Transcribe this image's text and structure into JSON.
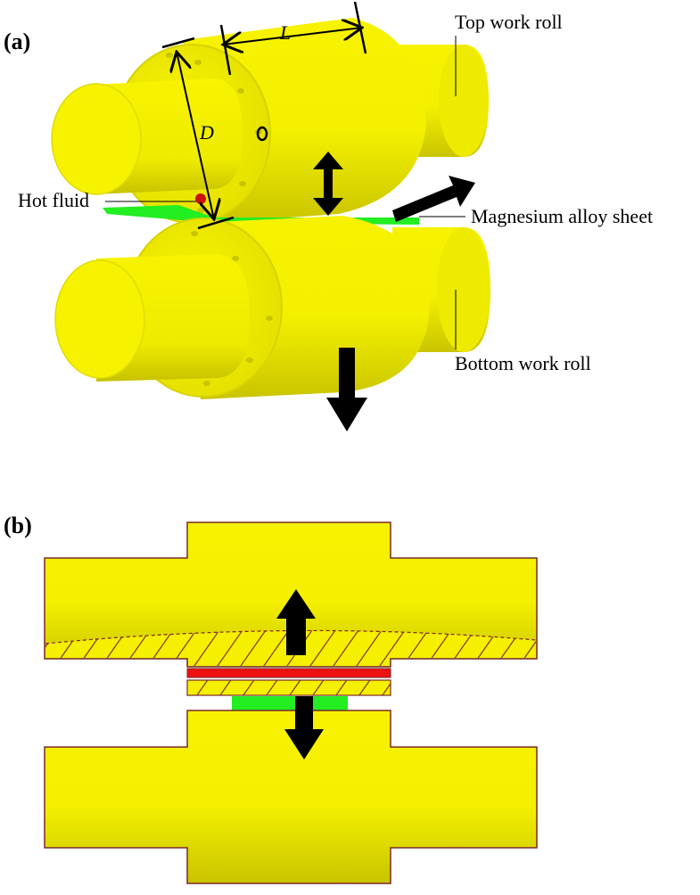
{
  "panels": {
    "a": {
      "label": "(a)"
    },
    "b": {
      "label": "(b)"
    }
  },
  "labels": {
    "top_work_roll": "Top work roll",
    "bottom_work_roll": "Bottom work roll",
    "hot_fluid": "Hot fluid",
    "magnesium_sheet": "Magnesium alloy sheet",
    "diameter": "D",
    "length": "L"
  },
  "colors": {
    "roll": "#f4f000",
    "roll_shade": "#d8d400",
    "roll_dark": "#b9b400",
    "roll_light": "#ffff66",
    "sheet": "#22ee22",
    "fluid": "#ee1111",
    "outline": "#7a2a2a",
    "arrow": "#000000"
  },
  "icons": {
    "vertical_adjust": "double-headed-arrow-icon",
    "rolling_direction": "arrow-up-right-icon",
    "downward": "arrow-down-icon"
  }
}
